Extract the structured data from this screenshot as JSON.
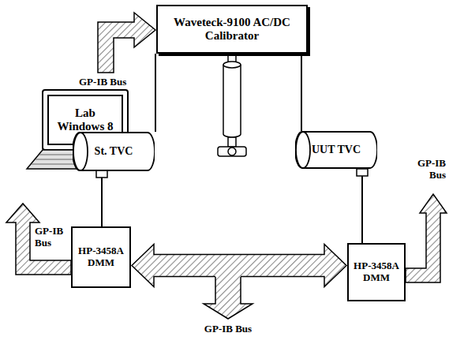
{
  "diagram": {
    "nodes": [
      {
        "text": [
          "Waveteck-9100 AC/DC Calibrator"
        ]
      },
      {
        "text": [
          "Lab Windows 8"
        ]
      },
      {
        "text": [
          "St. TVC"
        ]
      },
      {
        "text": [
          "UUT TVC"
        ]
      },
      {
        "text": [
          "HP-3458A DMM"
        ]
      },
      {
        "text": [
          "HP-3458A DMM"
        ]
      }
    ],
    "edges": [
      {
        "from": 0,
        "to": 2,
        "arrow": "none"
      },
      {
        "from": 0,
        "to": 3,
        "arrow": "none"
      },
      {
        "from": 2,
        "to": 4,
        "arrow": "none"
      },
      {
        "from": 3,
        "to": 5,
        "arrow": "none"
      },
      {
        "from": 4,
        "to": 5,
        "arrow": "both"
      }
    ],
    "labels": [
      "GP-IB Bus",
      "GP-IB Bus",
      "GP-IB Bus",
      "GP-IB Bus"
    ]
  }
}
